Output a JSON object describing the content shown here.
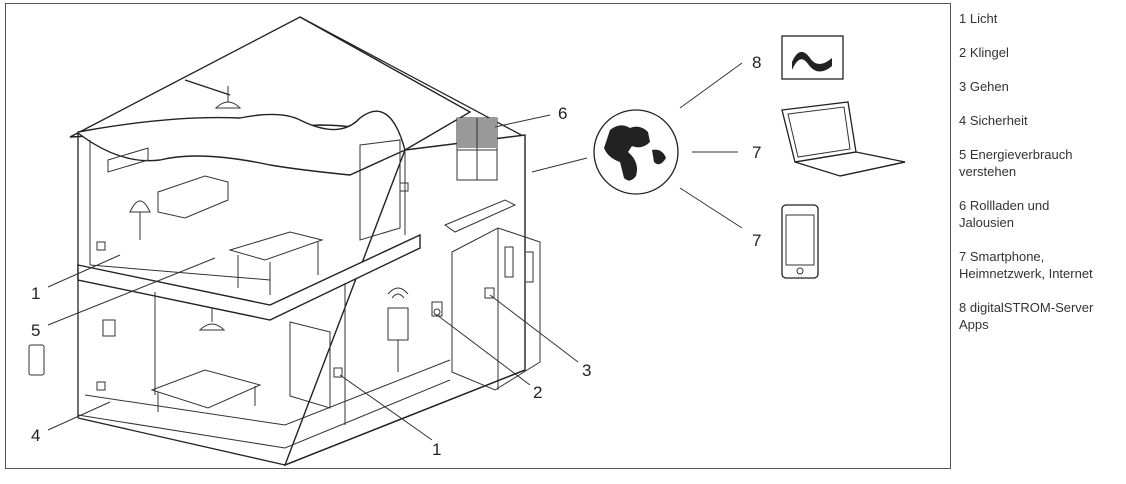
{
  "callouts": {
    "c1a": "1",
    "c1b": "1",
    "c2": "2",
    "c3": "3",
    "c4": "4",
    "c5": "5",
    "c6": "6",
    "c7a": "7",
    "c7b": "7",
    "c8": "8"
  },
  "legend": [
    "1 Licht",
    "2 Klingel",
    "3 Gehen",
    "4 Sicherheit",
    "5 Energieverbrauch\nverstehen",
    "6 Rollladen und\nJalousien",
    "7 Smartphone,\nHeimnetzwerk, Internet",
    "8 digitalSTROM-Server\nApps"
  ],
  "icons": {
    "house": "house-cutaway-icon",
    "globe": "globe-icon",
    "laptop": "laptop-icon",
    "smartphone": "smartphone-icon",
    "server_app": "digitalstrom-logo-icon"
  },
  "colors": {
    "line": "#222222",
    "frame": "#555555",
    "shade": "#999999"
  }
}
